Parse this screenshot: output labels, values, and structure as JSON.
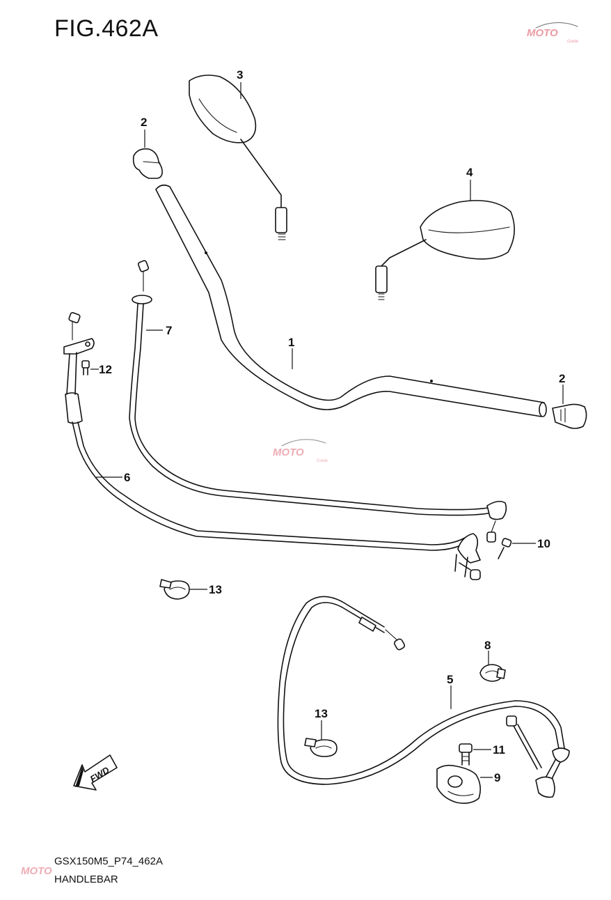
{
  "figure": {
    "title": "FIG.462A",
    "code": "GSX150M5_P74_462A",
    "name": "HANDLEBAR"
  },
  "callouts": {
    "c1": "1",
    "c2a": "2",
    "c2b": "2",
    "c3": "3",
    "c4": "4",
    "c5": "5",
    "c6": "6",
    "c7": "7",
    "c8": "8",
    "c9": "9",
    "c10": "10",
    "c11": "11",
    "c12": "12",
    "c13a": "13",
    "c13b": "13"
  },
  "fwd_label": "FWD",
  "watermark": {
    "text": "MOTO",
    "sub": "Guide",
    "color": "#d94a5a"
  }
}
